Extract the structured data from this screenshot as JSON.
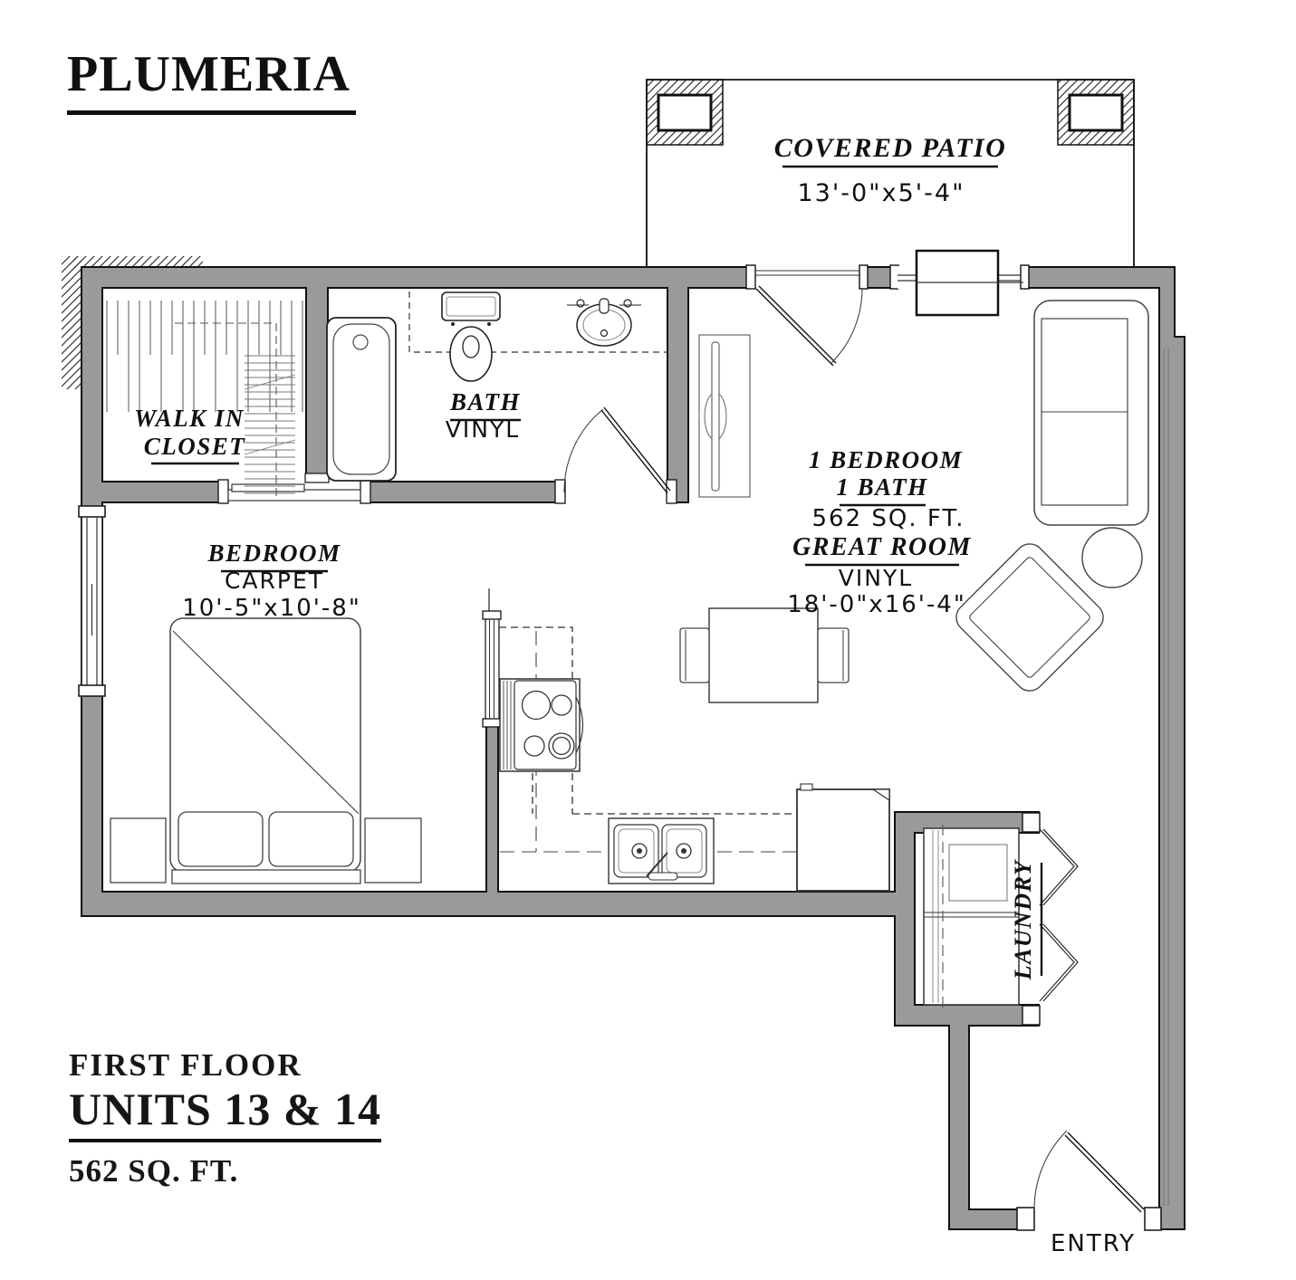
{
  "title": "PLUMERIA",
  "colors": {
    "wall_fill": "#9a9a9a",
    "outline": "#111111"
  },
  "plan": {
    "covered_patio": {
      "name": "COVERED PATIO",
      "dim": "13'-0\"x5'-4\""
    },
    "walk_in_closet": {
      "line1": "WALK IN",
      "line2": "CLOSET"
    },
    "bath": {
      "name": "BATH",
      "floor": "VINYL"
    },
    "unit_summary": {
      "line1": "1 BEDROOM",
      "line2": "1 BATH",
      "area": "562 SQ. FT."
    },
    "great_room": {
      "name": "GREAT ROOM",
      "floor": "VINYL",
      "dim": "18'-0\"x16'-4\""
    },
    "bedroom": {
      "name": "BEDROOM",
      "floor": "CARPET",
      "dim": "10'-5\"x10'-8\""
    },
    "laundry": {
      "name": "LAUNDRY"
    },
    "entry": {
      "name": "ENTRY"
    }
  },
  "footer": {
    "floor_label": "FIRST FLOOR",
    "units_label": "UNITS 13 & 14",
    "area_label": "562 SQ. FT."
  }
}
